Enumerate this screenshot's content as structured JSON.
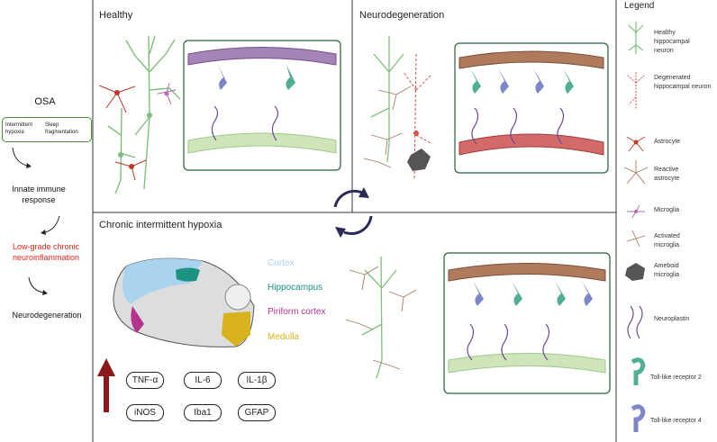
{
  "left": {
    "osa_title": "OSA",
    "box_left": "Intermittent hypoxia",
    "box_right": "Sleep fragmentation",
    "step1": "Innate immune response",
    "step2": "Low-grade chronic neuroinflammation",
    "step3": "Neurodegeneration"
  },
  "panels": {
    "healthy": "Healthy",
    "neurodegeneration": "Neurodegeneration",
    "cih": "Chronic intermittent hypoxia"
  },
  "brain_regions": [
    {
      "label": "Cortex",
      "color": "#a9d3ee"
    },
    {
      "label": "Hippocampus",
      "color": "#1a9480"
    },
    {
      "label": "Piriform cortex",
      "color": "#b4338f"
    },
    {
      "label": "Medulla",
      "color": "#d8b21c"
    }
  ],
  "markers": [
    "TNF-α",
    "IL-6",
    "IL-1β",
    "iNOS",
    "Iba1",
    "GFAP"
  ],
  "legend": {
    "title": "Legend",
    "items": [
      "Healthy hippocampal neuron",
      "Degenerated hippocampal neuron",
      "Astrocyte",
      "Reactive astrocyte",
      "Microglia",
      "Activated microglia",
      "Ameboid microglia",
      "Neuroplastin",
      "Toll-like receptor 2",
      "Toll-like receptor 4"
    ]
  },
  "colors": {
    "healthy_neuron": "#7fbf7b",
    "degenerated_neuron": "#d9534f",
    "astrocyte": "#c0392b",
    "reactive_astrocyte": "#a87a62",
    "microglia": "#b46bb4",
    "ameboid": "#555555",
    "tlr2": "#4fae94",
    "tlr4": "#7d86c6",
    "neuroplastin": "#6a4c93",
    "up_arrow": "#8b1a1a",
    "cycle_arrow": "#2a2a55"
  }
}
